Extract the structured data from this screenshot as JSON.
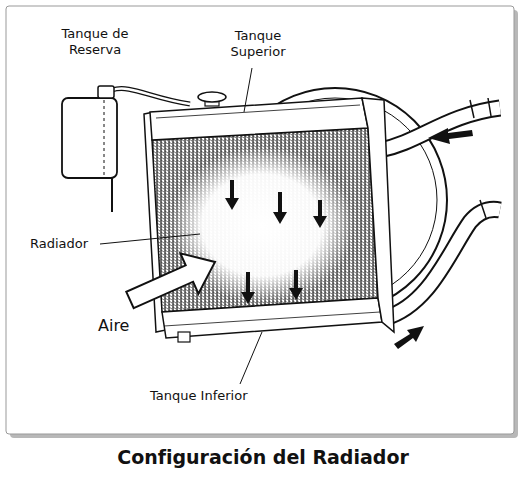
{
  "diagram": {
    "title": "Configuración del Radiador",
    "labels": [
      "Tanque de Reserva",
      "Tanque Superior",
      "Radiador",
      "Aire",
      "Tanque Inferior"
    ]
  }
}
